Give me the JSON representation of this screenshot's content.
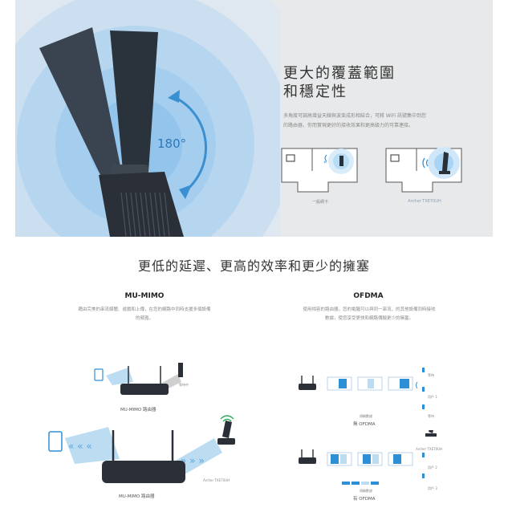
{
  "hero": {
    "angle": "180°",
    "title_line1": "更大的覆蓋範圍",
    "title_line2": "和穩定性",
    "desc_line1": "多角度可調高增益天線與波束成形相結合，可將 WiFi 訊號集中到您",
    "desc_line2": "的路由器，你而實現更好的接收效果和更高級力的可靠連接。",
    "floor_left_caption": "一般網卡",
    "floor_right_caption": "Archer TXE70UH"
  },
  "section2": {
    "title": "更低的延遲、更高的效率和更少的擁塞",
    "mumimo": {
      "title": "MU-MIMO",
      "desc_line1": "藉由完美的串流媒體、遊戲和上傳，在您的網路中同時支援多個設備",
      "desc_line2": "的頻寬。",
      "small_router_label": "MU-MIMO 路由器",
      "small_wait_label": "等待中",
      "big_router_label": "MU-MIMO 路由器",
      "adapter_label": "Archer TXE70UH"
    },
    "ofdma": {
      "title": "OFDMA",
      "desc_line1": "使用相容的路由器，您的電腦可以與同一串流，的其他設備同時接收",
      "desc_line2": "數據，使您享受更快和網路傳輸更少的擁塞。",
      "top_caption": "無 OFDMA",
      "bottom_caption": "有 OFDMA",
      "adapter_label": "Archer TXE70UH",
      "wait_label": "等待",
      "client1": "用戶 1",
      "client2": "用戶 2",
      "client3": "用戶 3",
      "bar_caption": "傳輸數據"
    }
  },
  "colors": {
    "hero_bg": "#e8e9ea",
    "blue": "#2d8fd6",
    "light_blue": "#bcdcf2",
    "device_dark": "#2b3038"
  }
}
